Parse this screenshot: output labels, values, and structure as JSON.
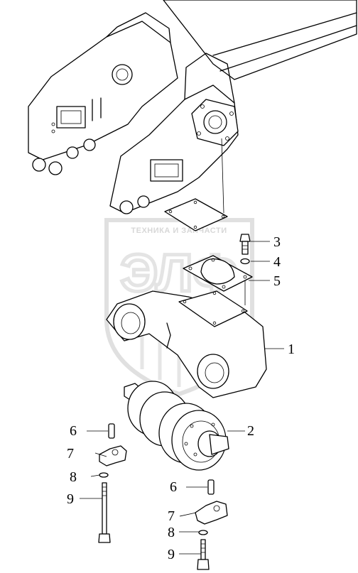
{
  "watermark": {
    "caption": "ТЕХНИКА И ЗАПЧАСТИ",
    "logo_letters": "ЭЛФ",
    "color": "#b8b8b8"
  },
  "corner_mark": "o",
  "callouts": [
    {
      "id": "1",
      "label": "1"
    },
    {
      "id": "2",
      "label": "2"
    },
    {
      "id": "3",
      "label": "3"
    },
    {
      "id": "4",
      "label": "4"
    },
    {
      "id": "5",
      "label": "5"
    },
    {
      "id": "6a",
      "label": "6"
    },
    {
      "id": "7a",
      "label": "7"
    },
    {
      "id": "8a",
      "label": "8"
    },
    {
      "id": "9a",
      "label": "9"
    },
    {
      "id": "6b",
      "label": "6"
    },
    {
      "id": "7b",
      "label": "7"
    },
    {
      "id": "8b",
      "label": "8"
    },
    {
      "id": "9b",
      "label": "9"
    }
  ]
}
